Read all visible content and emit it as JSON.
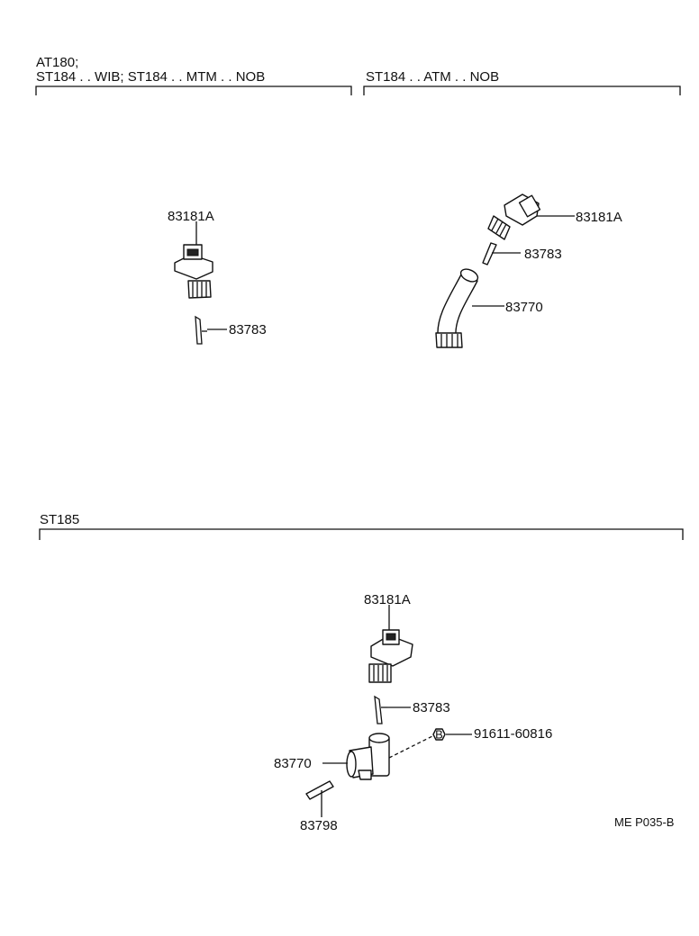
{
  "sections": [
    {
      "lines": [
        "AT180;",
        "ST184 . . WIB; ST184 . . MTM . . NOB"
      ]
    },
    {
      "lines": [
        "ST184 . . ATM . . NOB"
      ]
    },
    {
      "lines": [
        "ST185"
      ]
    }
  ],
  "callouts": {
    "s1_sensor": "83181A",
    "s1_clip": "83783",
    "s2_sensor": "83181A",
    "s2_clip": "83783",
    "s2_tube": "83770",
    "s3_sensor": "83181A",
    "s3_clip": "83783",
    "s3_bolt": "91611-60816",
    "s3_body": "83770",
    "s3_pin": "83798"
  },
  "bolt_marker": "B",
  "diagram_code": "ME P035-B"
}
